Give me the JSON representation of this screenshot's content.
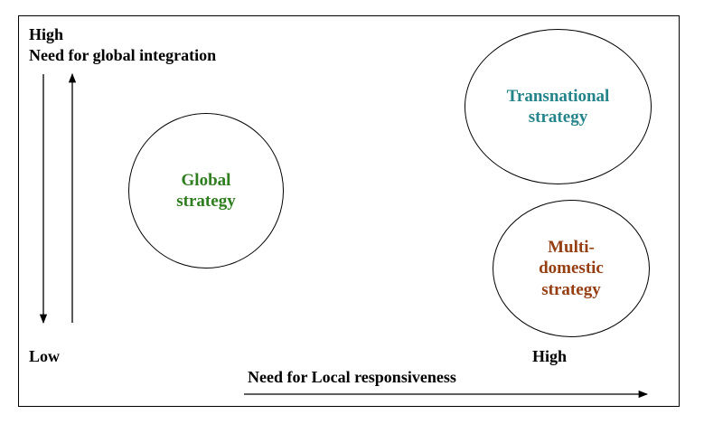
{
  "y_axis": {
    "high_label": "High",
    "title": "Need for global integration",
    "low_label": "Low"
  },
  "x_axis": {
    "title": "Need for Local responsiveness",
    "high_label": "High"
  },
  "strategies": {
    "global": {
      "line1": "Global",
      "line2": "strategy",
      "color": "#2e7d1e"
    },
    "transnational": {
      "line1": "Transnational",
      "line2": "strategy",
      "color": "#24848a"
    },
    "multidomestic": {
      "line1": "Multi-",
      "line2": "domestic",
      "line3": "strategy",
      "color": "#943e12"
    }
  }
}
